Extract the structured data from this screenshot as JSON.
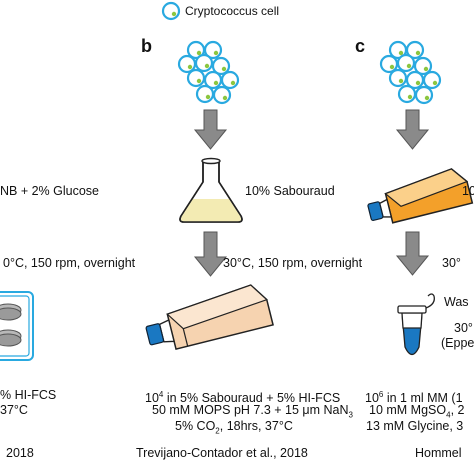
{
  "legend": {
    "label": "Cryptococcus cell"
  },
  "panels": {
    "b": "b",
    "c": "c"
  },
  "left_column": {
    "medium": "NB + 2% Glucose",
    "incubation": "0°C, 150 rpm, overnight",
    "culture_line1": "% HI-FCS",
    "culture_line2": "37°C",
    "citation": "2018"
  },
  "middle_column": {
    "medium": "10% Sabouraud",
    "incubation": "30°C, 150 rpm, overnight",
    "culture_line1_base": "10",
    "culture_line1_exp": "4",
    "culture_line1_rest": " in 5% Sabouraud + 5% HI-FCS",
    "culture_line2_main": "50 mM MOPS pH 7.3 + 15 μm NaN",
    "culture_line2_sub": "3",
    "culture_line3_a": "5% CO",
    "culture_line3_sub": "2",
    "culture_line3_b": ", 18hrs, 37°C",
    "citation": "Trevijano-Contador et al., 2018"
  },
  "right_column": {
    "medium": "10",
    "incubation": "30°",
    "wash": "Was",
    "eppendorf_line1": "30°",
    "eppendorf_line2": "(Eppe",
    "culture_line1_base": "10",
    "culture_line1_exp": "6",
    "culture_line1_rest": " in 1 ml MM (1",
    "culture_line2_main": "10 mM MgSO",
    "culture_line2_sub": "4",
    "culture_line2_rest": ", 2",
    "culture_line3": "13 mM Glycine, 3",
    "citation": "Hommel"
  },
  "colors": {
    "cell_outline": "#29a9e0",
    "cell_dot": "#8cc63f",
    "arrow": "#8a8a8a",
    "flask_broth": "#f3ebb3",
    "orange_culture": "#f3a02a",
    "peach_culture": "#f6d3b0",
    "cap_blue": "#1a78c2",
    "tube_blue": "#1a78c2"
  }
}
